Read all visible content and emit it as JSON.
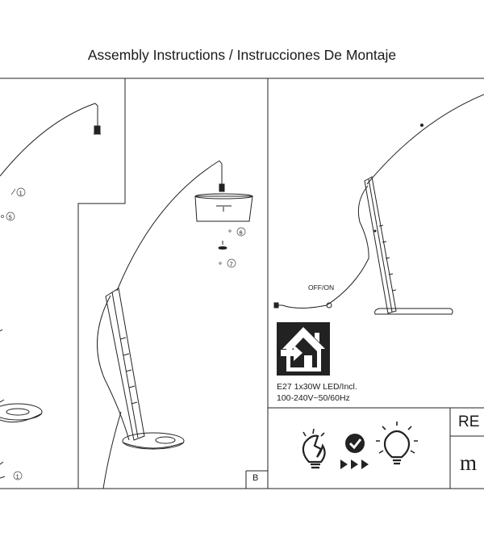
{
  "title": "Assembly Instructions / Instrucciones De Montaje",
  "callouts": {
    "c1_top": "1",
    "c5": "5",
    "c6": "6",
    "c7": "7",
    "c1_bottom": "1"
  },
  "switch_label": "OFF/ON",
  "specs": {
    "line1": "E27 1x30W LED/Incl.",
    "line2": "100-240V~50/60Hz"
  },
  "panel_label": "B",
  "brand_fragment_1": "RE",
  "brand_fragment_2": "m",
  "icons": [
    "indoor-use-icon",
    "broken-bulb-icon",
    "check-icon",
    "play-arrows-icon",
    "bulb-icon"
  ]
}
